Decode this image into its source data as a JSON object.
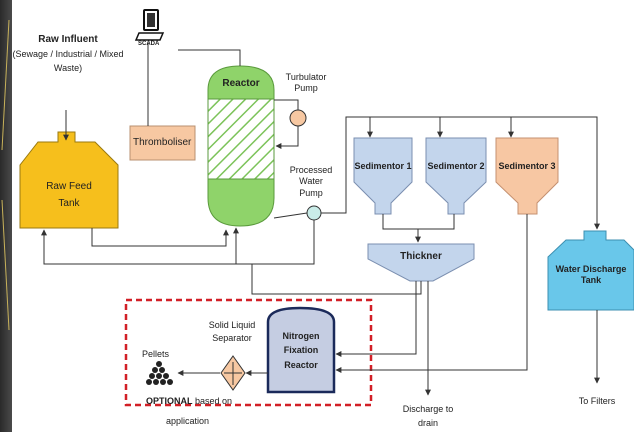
{
  "diagram": {
    "scada": {
      "label": "SCADA"
    },
    "raw_influent": {
      "title": "Raw Influent",
      "line1": "(Sewage / Industrial / Mixed",
      "line2": "Waste)"
    },
    "raw_feed_tank": {
      "line1": "Raw Feed",
      "line2": "Tank"
    },
    "thromboliser": {
      "label": "Thromboliser"
    },
    "reactor": {
      "label": "Reactor"
    },
    "turbulator_pump": {
      "line1": "Turbulator",
      "line2": "Pump"
    },
    "processed_water_pump": {
      "line1": "Processed",
      "line2": "Water",
      "line3": "Pump"
    },
    "sedimentors": [
      "Sedimentor 1",
      "Sedimentor 2",
      "Sedimentor 3"
    ],
    "thickner": {
      "label": "Thickner"
    },
    "water_discharge_tank": {
      "line1": "Water Discharge",
      "line2": "Tank"
    },
    "nitrogen_fixation_reactor": {
      "line1": "Nitrogen",
      "line2": "Fixation",
      "line3": "Reactor"
    },
    "solid_liquid_separator": {
      "line1": "Solid Liquid",
      "line2": "Separator"
    },
    "pellets": {
      "label": "Pellets"
    },
    "optional_note": {
      "bold": "OPTIONAL",
      "rest": "based on",
      "line2": "application"
    },
    "discharge_to_drain": {
      "line1": "Discharge to",
      "line2": "drain"
    },
    "to_filters": {
      "label": "To Filters"
    },
    "colors": {
      "reactor_fill": "#8fd36a",
      "raw_tank_fill": "#f6bf1c",
      "sedimentor_fill": "#c3d5ec",
      "sedimentor3_fill": "#f7c7a3",
      "water_tank_fill": "#69c7ea",
      "thromboliser_fill": "#f7c8a2",
      "nitrogen_fill": "#c5cde2",
      "optional_border": "#d21f26"
    }
  }
}
